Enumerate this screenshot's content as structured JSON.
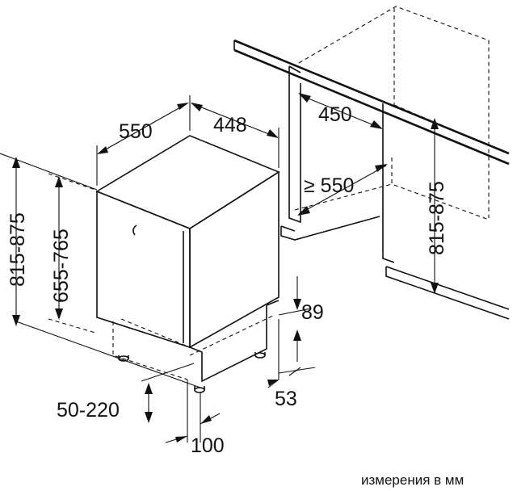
{
  "labels": {
    "d550": "550",
    "d448": "448",
    "d450": "450",
    "d_min550": "≥ 550",
    "h815_875_left": "815-875",
    "h655_765": "655-765",
    "h815_875_right": "815-875",
    "d89": "89",
    "d53": "53",
    "d50_220": "50-220",
    "d100": "100"
  },
  "units_note": "измерения в мм"
}
